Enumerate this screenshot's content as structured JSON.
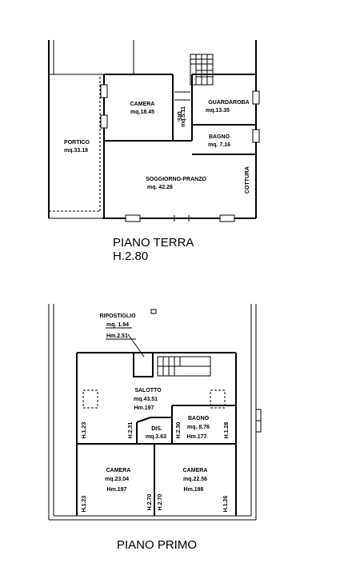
{
  "ground_floor": {
    "title": "PIANO TERRA",
    "height": "H.2.80",
    "rooms": {
      "camera": {
        "name": "CAMERA",
        "area": "mq.18.45"
      },
      "dis": {
        "name": "DIS.",
        "area": "mq.5.11"
      },
      "guardaroba": {
        "name": "GUARDAROBA",
        "area": "mq.13.35"
      },
      "bagno": {
        "name": "BAGNO",
        "area": "mq. 7.16"
      },
      "portico": {
        "name": "PORTICO",
        "area": "mq.33.18"
      },
      "soggiorno": {
        "name": "SOGGIORNO-PRANZO",
        "area": "mq. 42.26"
      },
      "cottura": {
        "name": "COTTURA"
      }
    }
  },
  "first_floor": {
    "title": "PIANO PRIMO",
    "rooms": {
      "ripostiglio": {
        "name": "RIPOSTIGLIO",
        "area": "mq. 1.94",
        "height": "Hm.2.51"
      },
      "salotto": {
        "name": "SALOTTO",
        "area": "mq.43.51",
        "height": "Hm.197"
      },
      "bagno": {
        "name": "BAGNO",
        "area": "mq. 8.76",
        "height": "Hm.177"
      },
      "dis": {
        "name": "DIS.",
        "area": "mq.3.63"
      },
      "camera_left": {
        "name": "CAMERA",
        "area": "mq.23.04",
        "height": "Hm.197"
      },
      "camera_right": {
        "name": "CAMERA",
        "area": "mq.22.56",
        "height": "Hm.198"
      }
    },
    "wall_heights": {
      "salotto_left": "H.1.23",
      "salotto_mid": "H.2.31",
      "bagno_mid": "H.2.30",
      "bagno_right": "H.1.28",
      "camera_left_outer": "H.1.23",
      "camera_left_inner": "H.2.70",
      "camera_right_inner": "H.2.70",
      "camera_right_outer": "H.1.26"
    }
  }
}
